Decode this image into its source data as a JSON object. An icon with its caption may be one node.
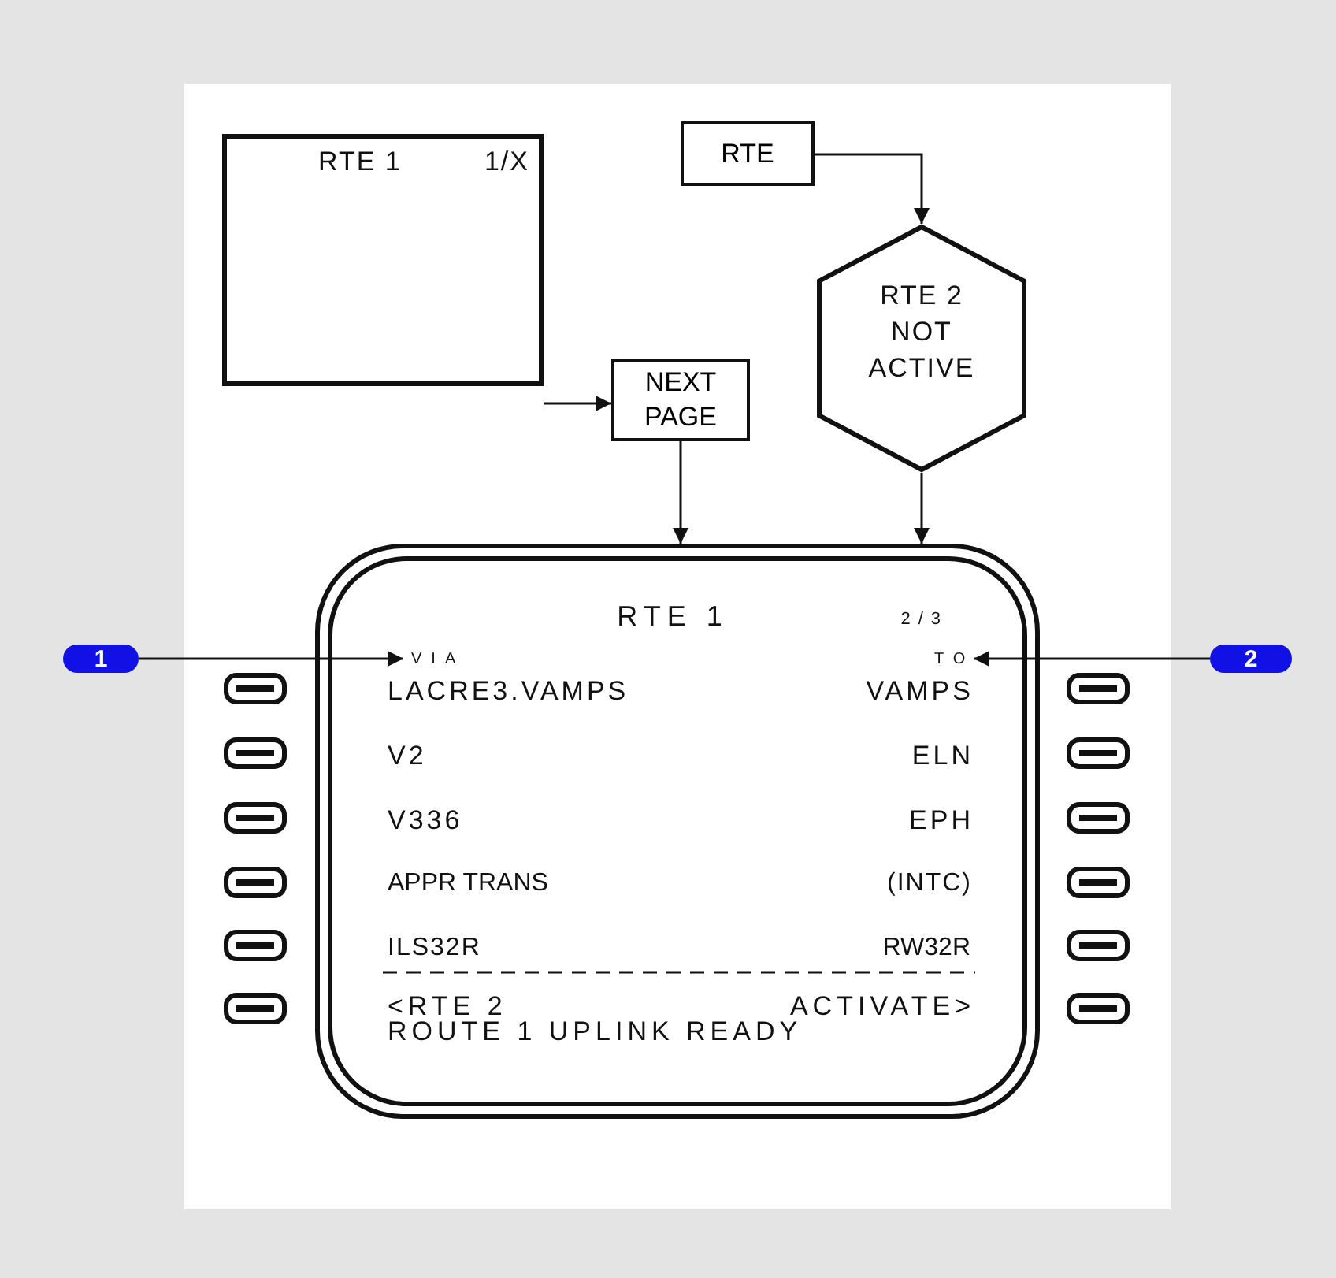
{
  "diagram": {
    "nodes": [
      {
        "text": [
          "RTE 1",
          "1/X"
        ]
      },
      {
        "text": [
          "RTE"
        ]
      },
      {
        "text": [
          "RTE 2 NOT ACTIVE"
        ]
      },
      {
        "text": [
          "NEXT PAGE"
        ]
      },
      {
        "text": [
          "1"
        ]
      },
      {
        "text": [
          "RTE 1",
          "2/3",
          "LACRE3.VAMPS",
          "VAMPS",
          "V2",
          "ELN",
          "V336",
          "EPH",
          "APPR TRANS",
          "(INTC)",
          "ILS32R",
          "RW32R",
          "<RTE 2",
          "ACTIVATE>",
          "ROUTE 1 UPLINK READY"
        ]
      },
      {
        "text": [
          "VIA"
        ],
        "in": 5
      },
      {
        "text": [
          "TO"
        ],
        "in": 5
      },
      {
        "text": [
          "2"
        ]
      }
    ],
    "edges": [
      {
        "from": 0,
        "to": 3,
        "arrow": "to"
      },
      {
        "from": 1,
        "to": 2,
        "arrow": "to"
      },
      {
        "from": 3,
        "to": 5,
        "arrow": "to"
      },
      {
        "from": 2,
        "to": 5,
        "arrow": "to"
      },
      {
        "from": 4,
        "to": 6,
        "arrow": "to"
      },
      {
        "from": 8,
        "to": 7,
        "arrow": "to"
      }
    ]
  }
}
